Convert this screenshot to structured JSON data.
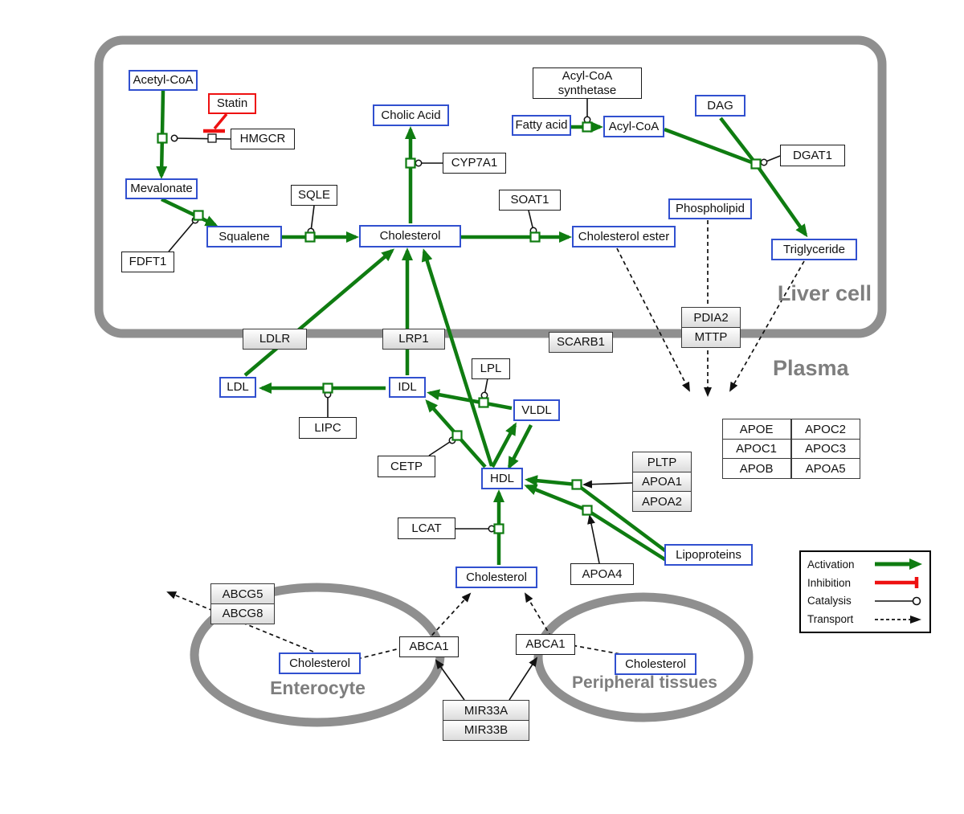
{
  "regions": {
    "liver": "Liver cell",
    "plasma": "Plasma",
    "enterocyte": "Enterocyte",
    "peripheral": "Peripheral tissues"
  },
  "metabolites": {
    "acetyl_coa": "Acetyl-CoA",
    "mevalonate": "Mevalonate",
    "squalene": "Squalene",
    "cholic_acid": "Cholic Acid",
    "cholesterol_liver": "Cholesterol",
    "cholesterol_ester": "Cholesterol ester",
    "fatty_acid": "Fatty acid",
    "acyl_coa": "Acyl-CoA",
    "dag": "DAG",
    "phospholipid": "Phospholipid",
    "triglyceride": "Triglyceride",
    "ldl": "LDL",
    "idl": "IDL",
    "vldl": "VLDL",
    "hdl": "HDL",
    "lipoproteins": "Lipoproteins",
    "cholesterol_plasma": "Cholesterol",
    "cholesterol_enterocyte": "Cholesterol",
    "cholesterol_peripheral": "Cholesterol"
  },
  "proteins": {
    "statin": "Statin",
    "hmgcr": "HMGCR",
    "sqle": "SQLE",
    "fdft1": "FDFT1",
    "cyp7a1": "CYP7A1",
    "soat1": "SOAT1",
    "acyl_coa_synthetase": "Acyl-CoA synthetase",
    "dgat1": "DGAT1",
    "ldlr": "LDLR",
    "lrp1": "LRP1",
    "scarb1": "SCARB1",
    "lpl": "LPL",
    "lipc": "LIPC",
    "cetp": "CETP",
    "lcat": "LCAT",
    "apoa4": "APOA4",
    "abca1_left": "ABCA1",
    "abca1_right": "ABCA1",
    "pdia2": "PDIA2",
    "mttp": "MTTP",
    "abcg5": "ABCG5",
    "abcg8": "ABCG8",
    "pltp": "PLTP",
    "apoa1": "APOA1",
    "apoa2": "APOA2",
    "apoe": "APOE",
    "apoc1": "APOC1",
    "apob": "APOB",
    "apoc2": "APOC2",
    "apoc3": "APOC3",
    "apoa5": "APOA5",
    "mir33a": "MIR33A",
    "mir33b": "MIR33B"
  },
  "legend": {
    "items": [
      {
        "label": "Activation"
      },
      {
        "label": "Inhibition"
      },
      {
        "label": "Catalysis"
      },
      {
        "label": "Transport"
      }
    ]
  },
  "colors": {
    "activation_green": "#0f7c11",
    "inhibition_red": "#ee1111",
    "metabolite_border_blue": "#3150cf",
    "membrane_gray": "#8f8f8f"
  }
}
